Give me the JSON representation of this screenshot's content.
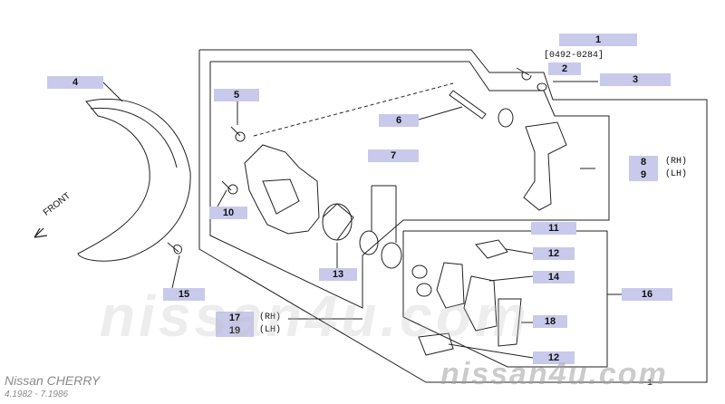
{
  "diagram": {
    "labels": [
      {
        "id": "1",
        "text": "1"
      },
      {
        "id": "2",
        "text": "2"
      },
      {
        "id": "3",
        "text": "3"
      },
      {
        "id": "4",
        "text": "4"
      },
      {
        "id": "5",
        "text": "5"
      },
      {
        "id": "6",
        "text": "6"
      },
      {
        "id": "7",
        "text": "7"
      },
      {
        "id": "8",
        "text": "8"
      },
      {
        "id": "9",
        "text": "9"
      },
      {
        "id": "10",
        "text": "10"
      },
      {
        "id": "11",
        "text": "11"
      },
      {
        "id": "12a",
        "text": "12"
      },
      {
        "id": "12b",
        "text": "12"
      },
      {
        "id": "13",
        "text": "13"
      },
      {
        "id": "14",
        "text": "14"
      },
      {
        "id": "15",
        "text": "15"
      },
      {
        "id": "16",
        "text": "16"
      },
      {
        "id": "17",
        "text": "17"
      },
      {
        "id": "18",
        "text": "18"
      },
      {
        "id": "19",
        "text": "19"
      }
    ],
    "serial_range": "[0492-0284]",
    "rh_label_8": "(RH)",
    "lh_label_9": "(LH)",
    "rh_label_17": "(RH)",
    "lh_label_19": "(LH)",
    "front_label": "FRONT",
    "page_number": "1"
  },
  "watermark": {
    "large": "nissan4u.com",
    "small": "nissan4u.com"
  },
  "footer": {
    "model": "Nissan CHERRY",
    "period": "4.1982 - 7.1986"
  },
  "colors": {
    "label_bg": "#c9c9ec",
    "line": "#222222"
  }
}
